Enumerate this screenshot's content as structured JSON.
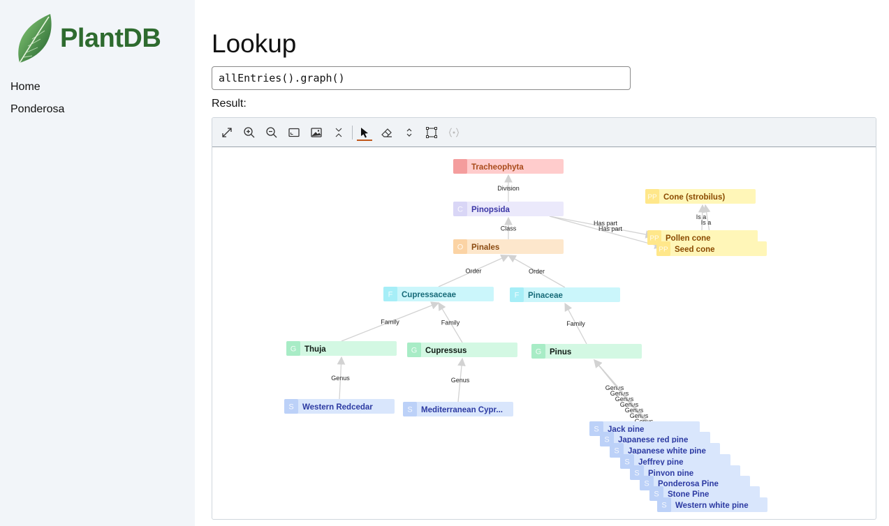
{
  "app": {
    "name": "PlantDB"
  },
  "sidebar": {
    "items": [
      {
        "label": "Home"
      },
      {
        "label": "Ponderosa"
      }
    ]
  },
  "main": {
    "title": "Lookup",
    "query": {
      "value": "allEntries().graph()"
    },
    "result_label": "Result:"
  },
  "toolbar": {
    "icons": [
      "fullscreen-icon",
      "zoom-in-icon",
      "zoom-out-icon",
      "fit-view-icon",
      "export-image-icon",
      "collapse-icon",
      "select-pointer-icon",
      "eraser-icon",
      "expand-collapse-icon",
      "bounding-box-icon",
      "subgraph-icon"
    ]
  },
  "graph": {
    "nodes": [
      {
        "id": "trach",
        "badge": "",
        "label": "Tracheophyta",
        "kind": "division"
      },
      {
        "id": "pinop",
        "badge": "C",
        "label": "Pinopsida",
        "kind": "class"
      },
      {
        "id": "pinales",
        "badge": "O",
        "label": "Pinales",
        "kind": "order"
      },
      {
        "id": "cupr",
        "badge": "F",
        "label": "Cupressaceae",
        "kind": "family"
      },
      {
        "id": "pinaceae",
        "badge": "F",
        "label": "Pinaceae",
        "kind": "family"
      },
      {
        "id": "thuja",
        "badge": "G",
        "label": "Thuja",
        "kind": "genus"
      },
      {
        "id": "cupressus",
        "badge": "G",
        "label": "Cupressus",
        "kind": "genus"
      },
      {
        "id": "pinus",
        "badge": "G",
        "label": "Pinus",
        "kind": "genus"
      },
      {
        "id": "wredcedar",
        "badge": "S",
        "label": "Western Redcedar",
        "kind": "species"
      },
      {
        "id": "medcyp",
        "badge": "S",
        "label": "Mediterranean Cypr...",
        "kind": "species"
      },
      {
        "id": "cone",
        "badge": "PP",
        "label": "Cone (strobilus)",
        "kind": "part"
      },
      {
        "id": "pollen",
        "badge": "PP",
        "label": "Pollen cone",
        "kind": "part"
      },
      {
        "id": "seed",
        "badge": "PP",
        "label": "Seed cone",
        "kind": "part"
      },
      {
        "id": "jack",
        "badge": "S",
        "label": "Jack pine",
        "kind": "species"
      },
      {
        "id": "jred",
        "badge": "S",
        "label": "Japanese red pine",
        "kind": "species"
      },
      {
        "id": "jwhite",
        "badge": "S",
        "label": "Japanese white pine",
        "kind": "species"
      },
      {
        "id": "jeffrey",
        "badge": "S",
        "label": "Jeffrey pine",
        "kind": "species"
      },
      {
        "id": "pinyon",
        "badge": "S",
        "label": "Pinyon pine",
        "kind": "species"
      },
      {
        "id": "ponderosa",
        "badge": "S",
        "label": "Ponderosa Pine",
        "kind": "species"
      },
      {
        "id": "stone",
        "badge": "S",
        "label": "Stone Pine",
        "kind": "species"
      },
      {
        "id": "wwhite",
        "badge": "S",
        "label": "Western white pine",
        "kind": "species"
      }
    ],
    "edges": [
      {
        "from": "pinop",
        "to": "trach",
        "label": "Division"
      },
      {
        "from": "pinales",
        "to": "pinop",
        "label": "Class"
      },
      {
        "from": "cupr",
        "to": "pinales",
        "label": "Order"
      },
      {
        "from": "pinaceae",
        "to": "pinales",
        "label": "Order"
      },
      {
        "from": "thuja",
        "to": "cupr",
        "label": "Family"
      },
      {
        "from": "cupressus",
        "to": "cupr",
        "label": "Family"
      },
      {
        "from": "pinus",
        "to": "pinaceae",
        "label": "Family"
      },
      {
        "from": "wredcedar",
        "to": "thuja",
        "label": "Genus"
      },
      {
        "from": "medcyp",
        "to": "cupressus",
        "label": "Genus"
      },
      {
        "from": "pinop",
        "to": "pollen",
        "label": "Has part"
      },
      {
        "from": "pinop",
        "to": "seed",
        "label": "Has part"
      },
      {
        "from": "pollen",
        "to": "cone",
        "label": "Is a"
      },
      {
        "from": "seed",
        "to": "cone",
        "label": "Is a"
      },
      {
        "from": "jack",
        "to": "pinus",
        "label": "Genus"
      },
      {
        "from": "jred",
        "to": "pinus",
        "label": "Genus"
      },
      {
        "from": "jwhite",
        "to": "pinus",
        "label": "Genus"
      },
      {
        "from": "jeffrey",
        "to": "pinus",
        "label": "Genus"
      },
      {
        "from": "pinyon",
        "to": "pinus",
        "label": "Genus"
      },
      {
        "from": "ponderosa",
        "to": "pinus",
        "label": "Genus"
      },
      {
        "from": "stone",
        "to": "pinus",
        "label": "Genus"
      },
      {
        "from": "wwhite",
        "to": "pinus",
        "label": "Genus"
      }
    ]
  },
  "colors": {
    "brand": "#2e6b2f",
    "division": {
      "fill": "#ffcccc",
      "badge": "#f49d9d",
      "text": "#a84a1a"
    },
    "class": {
      "fill": "#ebe9fb",
      "badge": "#d9d6f6",
      "text": "#3b36a6"
    },
    "order": {
      "fill": "#fde7cc",
      "badge": "#fbd3a4",
      "text": "#8a4a10"
    },
    "family": {
      "fill": "#cbf6fb",
      "badge": "#a6eef7",
      "text": "#166a78"
    },
    "genus": {
      "fill": "#d3f8e3",
      "badge": "#a8ecc6",
      "text": "#0f1a14"
    },
    "species": {
      "fill": "#d9e6fc",
      "badge": "#bcd1f8",
      "text": "#2c3aa2"
    },
    "part": {
      "fill": "#fff6b8",
      "badge": "#ffe78a",
      "text": "#8a4a00"
    }
  }
}
